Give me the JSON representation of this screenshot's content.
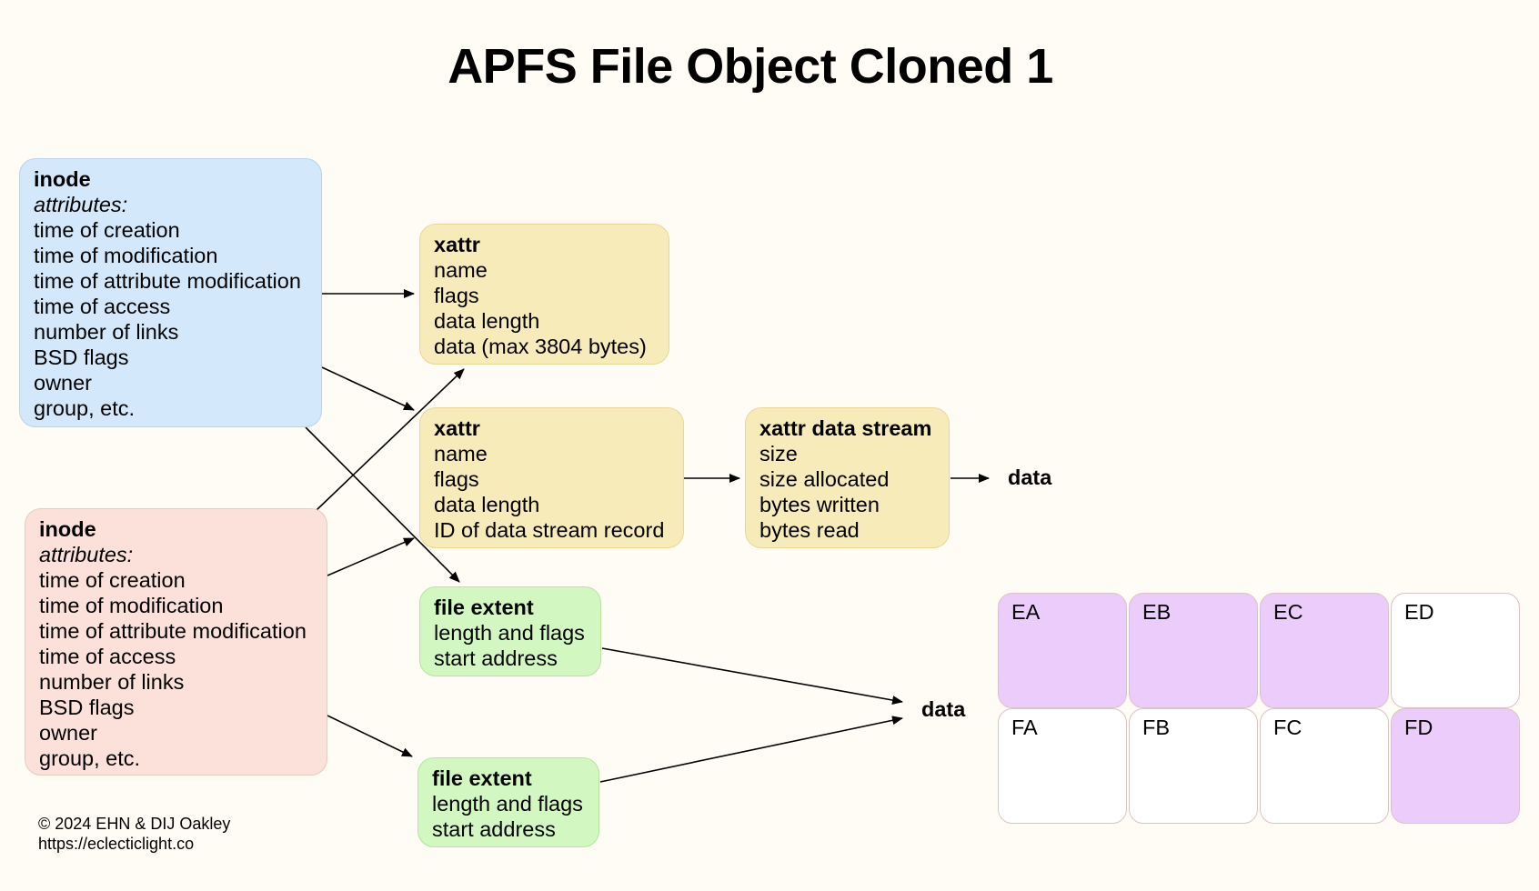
{
  "title": "APFS File Object Cloned 1",
  "inode_original": {
    "heading": "inode",
    "subheading": "attributes:",
    "fields": [
      "time of creation",
      "time of modification",
      "time of attribute modification",
      "time of access",
      "number of links",
      "BSD flags",
      "owner",
      "group, etc."
    ],
    "color": "#d3e9fb"
  },
  "inode_clone": {
    "heading": "inode",
    "subheading": "attributes:",
    "fields": [
      "time of creation",
      "time of modification",
      "time of attribute modification",
      "time of access",
      "number of links",
      "BSD flags",
      "owner",
      "group, etc."
    ],
    "color": "#fbe1da"
  },
  "xattr_inline": {
    "heading": "xattr",
    "fields": [
      "name",
      "flags",
      "data length",
      "data (max 3804 bytes)"
    ],
    "color": "#f7ebb9"
  },
  "xattr_stream": {
    "heading": "xattr",
    "fields": [
      "name",
      "flags",
      "data length",
      "ID of data stream record"
    ],
    "color": "#f7ebb9"
  },
  "xattr_data_stream": {
    "heading": "xattr data stream",
    "fields": [
      "size",
      "size allocated",
      "bytes written",
      "bytes read"
    ],
    "color": "#f7ebb9"
  },
  "xattr_data_label": "data",
  "file_extent_1": {
    "heading": "file extent",
    "fields": [
      "length and flags",
      "start address"
    ],
    "color": "#d3f7c0"
  },
  "file_extent_2": {
    "heading": "file extent",
    "fields": [
      "length and flags",
      "start address"
    ],
    "color": "#d3f7c0"
  },
  "extent_data_label": "data",
  "blocks": [
    {
      "label": "EA",
      "used": true
    },
    {
      "label": "EB",
      "used": true
    },
    {
      "label": "EC",
      "used": true
    },
    {
      "label": "ED",
      "used": false
    },
    {
      "label": "FA",
      "used": false
    },
    {
      "label": "FB",
      "used": false
    },
    {
      "label": "FC",
      "used": false
    },
    {
      "label": "FD",
      "used": true
    }
  ],
  "block_colors": {
    "used": "#ecccfa",
    "free": "#ffffff"
  },
  "copyright": {
    "line1": "© 2024 EHN & DIJ Oakley",
    "line2": "https://eclecticlight.co"
  }
}
